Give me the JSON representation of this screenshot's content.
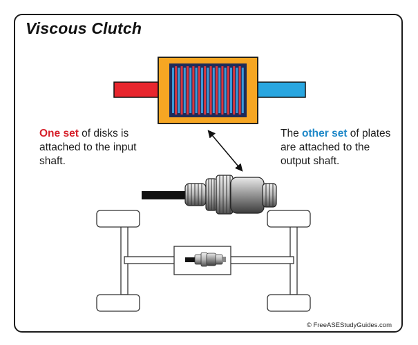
{
  "title": "Viscous Clutch",
  "caption_left": {
    "highlight": "One set",
    "rest": " of disks is attached to the input shaft."
  },
  "caption_right": {
    "prefix": "The ",
    "highlight": "other set",
    "rest": " of plates are attached to the output shaft."
  },
  "credit": "© FreeASEStudyGuides.com",
  "colors": {
    "input_shaft": "#e8262e",
    "output_shaft": "#29a6e0",
    "housing": "#f6a623",
    "disk_dark": "#1d2b5a",
    "disk_blue": "#3a9ad9",
    "disk_red": "#d9363e"
  },
  "icons": [
    "double-arrow-icon",
    "clutch-unit-icon",
    "vehicle-chassis-icon"
  ]
}
